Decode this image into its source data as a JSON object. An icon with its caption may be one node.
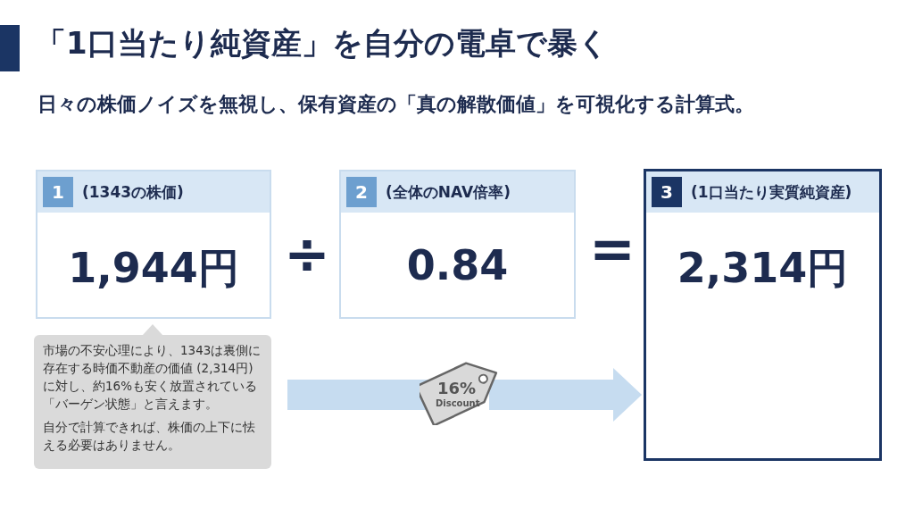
{
  "diagram": {
    "title": "「1口当たり純資産」を自分の電卓で暴く",
    "nodes": [
      {
        "text": [
          "1",
          "(1343の株価)",
          "1,944円"
        ]
      },
      {
        "text": [
          "2",
          "(全体のNAV倍率)",
          "0.84"
        ]
      },
      {
        "text": [
          "3",
          "(1口当たり実質純資産)",
          "2,314円"
        ]
      },
      {
        "text": [
          "市場の不安心理により、1343は裏側に存在する時価不動産の価値 (2,314円) に対し、約16%も安く放置されている「バーゲン状態」と言えます。",
          "自分で計算できれば、株価の上下に怯える必要はありません。"
        ]
      },
      {
        "text": [
          "16%",
          "Discount"
        ]
      }
    ],
    "edges": [
      {
        "from": 3,
        "to": 4,
        "arrow": "none"
      },
      {
        "from": 4,
        "to": 2,
        "arrow": "to"
      }
    ],
    "labels": [
      "日々の株価ノイズを無視し、保有資産の「真の解散価値」を可視化する計算式。",
      "÷",
      "="
    ]
  }
}
